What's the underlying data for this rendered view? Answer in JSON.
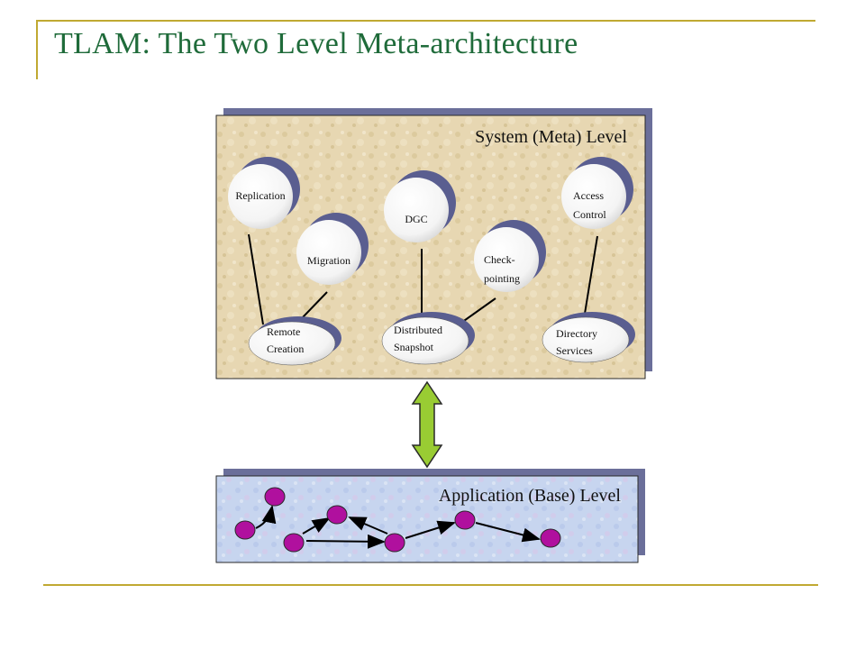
{
  "slide": {
    "title": "TLAM: The Two Level Meta-architecture"
  },
  "system_level": {
    "title": "System (Meta) Level",
    "services": [
      {
        "lines": [
          "Replication"
        ]
      },
      {
        "lines": [
          "Migration"
        ]
      },
      {
        "lines": [
          "DGC"
        ]
      },
      {
        "lines": [
          "Check-",
          "pointing"
        ]
      },
      {
        "lines": [
          "Access",
          "Control"
        ]
      }
    ],
    "mechanisms": [
      {
        "lines": [
          "Remote",
          "Creation"
        ]
      },
      {
        "lines": [
          "Distributed",
          "Snapshot"
        ]
      },
      {
        "lines": [
          "Directory",
          "Services"
        ]
      }
    ]
  },
  "application_level": {
    "title": "Application (Base) Level"
  },
  "colors": {
    "title": "#1f6b3a",
    "rule": "#c0a932",
    "arrow_fill": "#99cc33",
    "app_node": "#b0109e",
    "panel_border": "#2a2a2a"
  }
}
